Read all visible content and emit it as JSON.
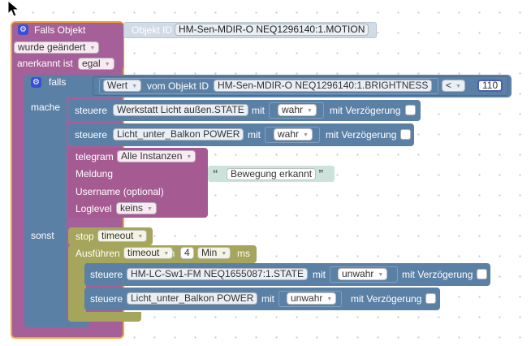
{
  "outer_if": {
    "title": "Falls Objekt",
    "object_label": "Objekt ID",
    "object_value": "HM-Sen-MDIR-O NEQ1296140:1.MOTION",
    "trigger_option": "wurde geändert",
    "ack_label": "anerkannt ist",
    "ack_value": "egal"
  },
  "if_block": {
    "falls_label": "falls",
    "mache_label": "mache",
    "sonst_label": "sonst",
    "condition": {
      "value_dropdown": "Wert",
      "from_object_label": "vom Objekt ID",
      "object_value": "HM-Sen-MDIR-O NEQ1296140:1.BRIGHTNESS",
      "operator": "<",
      "number": "110"
    }
  },
  "then_actions": [
    {
      "label": "steuere",
      "target": "Werkstatt Licht außen.STATE",
      "mit_label": "mit",
      "value": "wahr",
      "delay_label": "mit Verzögerung"
    },
    {
      "label": "steuere",
      "target": "Licht_unter_Balkon POWER",
      "mit_label": "mit",
      "value": "wahr",
      "delay_label": "mit Verzögerung"
    }
  ],
  "telegram": {
    "title": "telegram",
    "instance": "Alle Instanzen",
    "message_label": "Meldung",
    "message_text": "Bewegung erkannt",
    "username_label": "Username (optional)",
    "loglevel_label": "Loglevel",
    "loglevel_value": "keins"
  },
  "else_actions": {
    "stop": {
      "label": "stop",
      "timer": "timeout"
    },
    "timeout": {
      "label": "Ausführen",
      "timer": "timeout",
      "in_label": "in",
      "amount": "4",
      "unit": "Min",
      "ms_label": "ms"
    },
    "inner": [
      {
        "label": "steuere",
        "target": "HM-LC-Sw1-FM NEQ1655087:1.STATE",
        "mit_label": "mit",
        "value": "unwahr",
        "delay_label": "mit Verzögerung"
      },
      {
        "label": "steuere",
        "target": "Licht_unter_Balkon POWER",
        "mit_label": "mit",
        "value": "unwahr",
        "delay_label": "mit Verzögerung"
      }
    ]
  },
  "colors": {
    "trigger": "#a5609a",
    "logic": "#5b80a5",
    "telegram": "#a55b91",
    "timer": "#a5a55b",
    "highlight": "#f5a623",
    "workspace": "#ffffff"
  },
  "icons": {
    "gear": "gear-icon",
    "cursor": "mouse-pointer-icon"
  }
}
